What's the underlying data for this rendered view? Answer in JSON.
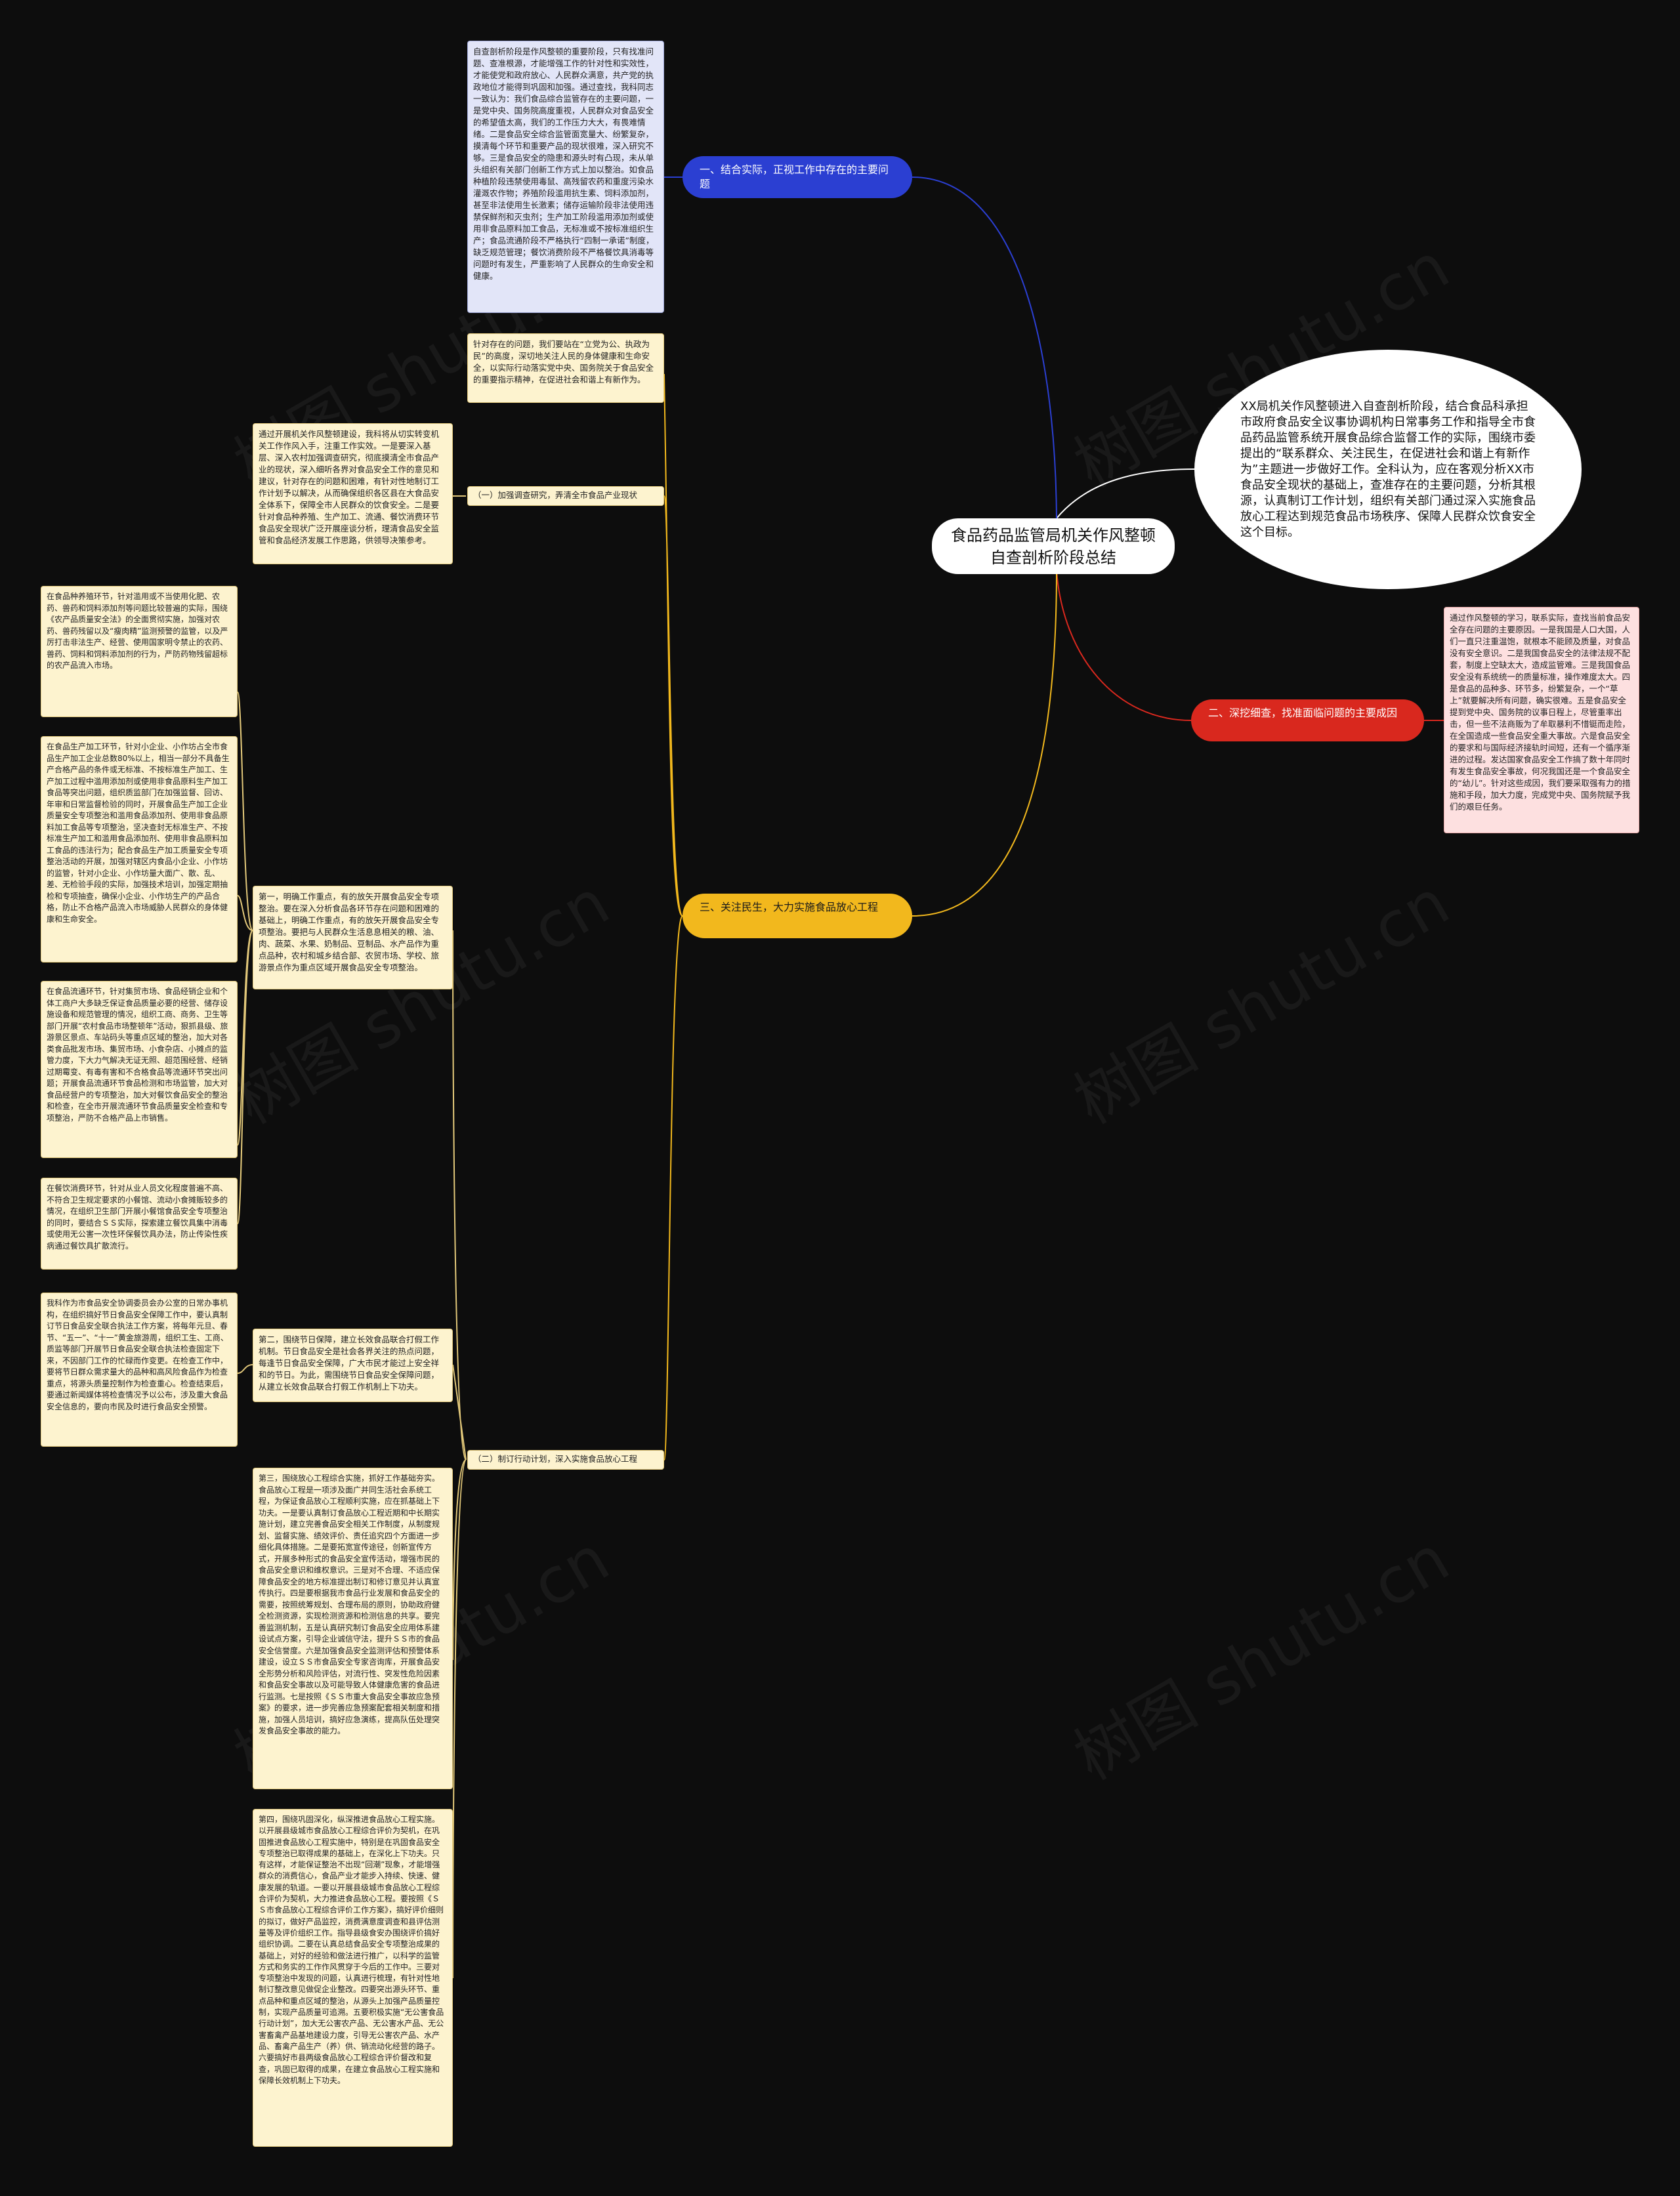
{
  "watermark": "树图 shutu.cn",
  "colors": {
    "branch1": "#2b3fd2",
    "branch2": "#d9281e",
    "branch3": "#f2b81d",
    "leaf_fill": "#fdf3cf",
    "leaf_lav": "#e2e5f8",
    "leaf_pink": "#fde0e0",
    "background": "#0d0d0d"
  },
  "root": {
    "title": "食品药品监管局机关作风整顿自查剖析阶段总结"
  },
  "summary_text": "XX局机关作风整顿进入自查剖析阶段，结合食品科承担市政府食品安全议事协调机构日常事务工作和指导全市食品药品监管系统开展食品综合监督工作的实际，围绕市委提出的“联系群众、关注民生，在促进社会和谐上有新作为”主题进一步做好工作。全科认为，应在客观分析XX市食品安全现状的基础上，查准存在的主要问题，分析其根源，认真制订工作计划，组织有关部门通过深入实施食品放心工程达到规范食品市场秩序、保障人民群众饮食安全这个目标。",
  "branch1": {
    "label": "一、结合实际，正视工作中存在的主要问题",
    "detail": "自查剖析阶段是作风整顿的重要阶段，只有找准问题、查准根源，才能增强工作的针对性和实效性，才能使党和政府放心、人民群众满意，共产党的执政地位才能得到巩固和加强。通过查找，我科同志一致认为：我们食品综合监管存在的主要问题，一是党中央、国务院高度重视，人民群众对食品安全的希望值太高，我们的工作压力大大，有畏难情绪。二是食品安全综合监管面宽量大、纷繁复杂，摸清每个环节和重要产品的现状很难，深入研究不够。三是食品安全的隐患和源头时有凸现，未从单头组织有关部门创新工作方式上加以整治。如食品种植阶段违禁使用毒鼠、高残留农药和重度污染水灌溉农作物；养殖阶段滥用抗生素、饲料添加剂，甚至非法使用生长激素；储存运输阶段非法使用违禁保鲜剂和灭虫剂；生产加工阶段滥用添加剂或使用非食品原料加工食品，无标准或不按标准组织生产；食品流通阶段不严格执行“四制一承诺”制度，缺乏规范管理；餐饮消费阶段不严格餐饮具消毒等问题时有发生，严重影响了人民群众的生命安全和健康。"
  },
  "branch2": {
    "label": "二、深挖细查，找准面临问题的主要成因",
    "detail": "通过作风整顿的学习，联系实际，查找当前食品安全存在问题的主要原因。一是我国是人口大国，人们一直只注重温饱，就根本不能顾及质量，对食品没有安全意识。二是我国食品安全的法律法规不配套，制度上空缺太大，造成监管难。三是我国食品安全没有系统统一的质量标准，操作难度太大。四是食品的品种多、环节多，纷繁复杂，一个“草上”就要解决所有问题，确实很难。五是食品安全提到党中央、国务院的议事日程上，尽管重率出击，但一些不法商贩为了牟取暴利不惜铤而走险，在全国造成一些食品安全重大事故。六是食品安全的要求和与国际经济接轨时间短，还有一个循序渐进的过程。发达国家食品安全工作搞了数十年同时有发生食品安全事故，何况我国还是一个食品安全的“幼儿”。针对这些成因，我们要采取强有力的措施和手段，加大力度，完成党中央、国务院赋予我们的艰巨任务。"
  },
  "branch3": {
    "label": "三、关注民生，大力实施食品放心工程",
    "intro": "针对存在的问题，我们要站在“立党为公、执政为民”的高度，深切地关注人民的身体健康和生命安全，以实际行动落实党中央、国务院关于食品安全的重要指示精神，在促进社会和谐上有新作为。",
    "sub1": {
      "label": "（一）加强调查研究，弄清全市食品产业现状",
      "detail": "通过开展机关作风整顿建设，我科将从切实转变机关工作作风入手，注重工作实效。一是要深入基层、深入农村加强调查研究，彻底摸清全市食品产业的现状，深入细听各界对食品安全工作的意见和建议，针对存在的问题和困难，有针对性地制订工作计划予以解决，从而确保组织各区县在大食品安全体系下，保障全市人民群众的饮食安全。二是要针对食品种养殖、生产加工、流通、餐饮消费环节食品安全现状广泛开展座谈分析，理清食品安全监管和食品经济发展工作思路，供领导决策参考。"
    },
    "sub2": {
      "label": "（二）制订行动计划，深入实施食品放心工程",
      "first": {
        "text": "第一，明确工作重点，有的放矢开展食品安全专项整治。要在深入分析食品各环节存在问题和困难的基础上，明确工作重点，有的放矢开展食品安全专项整治。要把与人民群众生活息息相关的粮、油、肉、蔬菜、水果、奶制品、豆制品、水产品作为重点品种，农村和城乡结合部、农贸市场、学校、旅游景点作为重点区域开展食品安全专项整治。",
        "items": [
          "在食品种养殖环节，针对滥用或不当使用化肥、农药、兽药和饲料添加剂等问题比较普遍的实际，围绕《农产品质量安全法》的全面贯彻实施，加强对农药、兽药残留以及“瘦肉精”监测预警的监管，以及严厉打击非法生产、经营、使用国家明令禁止的农药、兽药、饲料和饲料添加剂的行为，严防药物残留超标的农产品流入市场。",
          "在食品生产加工环节，针对小企业、小作坊占全市食品生产加工企业总数80%以上，相当一部分不具备生产合格产品的条件或无标准、不按标准生产加工、生产加工过程中滥用添加剂或使用非食品原料生产加工食品等突出问题，组织质监部门在加强监督、回访、年审和日常监督检验的同时，开展食品生产加工企业质量安全专项整治和滥用食品添加剂、使用非食品原料加工食品等专项整治，坚决查封无标准生产、不按标准生产加工和滥用食品添加剂、使用非食品原料加工食品的违法行为；配合食品生产加工质量安全专项整治活动的开展，加强对辖区内食品小企业、小作坊的监管，针对小企业、小作坊量大面广、散、乱、差、无检验手段的实际，加强技术培训，加强定期抽检和专项抽查，确保小企业、小作坊生产的产品合格，防止不合格产品流入市场威胁人民群众的身体健康和生命安全。",
          "在食品流通环节，针对集贸市场、食品经销企业和个体工商户大多缺乏保证食品质量必要的经营、储存设施设备和规范管理的情况，组织工商、商务、卫生等部门开展“农村食品市场整顿年”活动，狠抓县级、旅游景区景点、车站码头等重点区域的整治，加大对各类食品批发市场、集贸市场、小食杂店、小摊点的监管力度，下大力气解决无证无照、超范围经营、经销过期霉变、有毒有害和不合格食品等流通环节突出问题；开展食品流通环节食品检测和市场监管，加大对食品经营户的专项整治，加大对餐饮食品安全的整治和检查，在全市开展流通环节食品质量安全检查和专项整治，严防不合格产品上市销售。",
          "在餐饮消费环节，针对从业人员文化程度普遍不高、不符合卫生规定要求的小餐馆、流动小食摊贩较多的情况，在组织卫生部门开展小餐馆食品安全专项整治的同时，要结合ＳＳ实际，探索建立餐饮具集中消毒或使用无公害一次性环保餐饮具办法，防止传染性疾病通过餐饮具扩散流行。"
        ]
      },
      "second": {
        "text": "第二，围绕节日保障，建立长效食品联合打假工作机制。节日食品安全是社会各界关注的热点问题，每逢节日食品安全保障，广大市民才能过上安全祥和的节日。为此，需围绕节日食品安全保障问题，从建立长效食品联合打假工作机制上下功夫。",
        "items": [
          "我科作为市食品安全协调委员会办公室的日常办事机构，在组织搞好节日食品安全保障工作中，要认真制订节日食品安全联合执法工作方案，将每年元旦、春节、“五一”、“十一”黄金旅游周，组织工生、工商、质监等部门开展节日食品安全联合执法检查固定下来，不因部门工作的忙碌而作变更。在检查工作中，要将节日群众需求量大的品种和高风险食品作为检查重点，将源头质量控制作为检查重心。检查结束后，要通过新闻媒体将检查情况予以公布，涉及重大食品安全信息的，要向市民及时进行食品安全预警。"
        ]
      },
      "third": "第三，围绕放心工程综合实施，抓好工作基础夯实。食品放心工程是一项涉及面广并同生活社会系统工程，为保证食品放心工程顺利实施，应在抓基础上下功夫。一是要认真制订食品放心工程近期和中长期实施计划，建立完善食品安全相关工作制度，从制度规划、监督实施、绩效评价、责任追究四个方面进一步细化具体措施。二是要拓宽宣传途径，创新宣传方式，开展多种形式的食品安全宣传活动，增强市民的食品安全意识和维权意识。三是对不合理、不适应保障食品安全的地方标准提出制订和修订意见并认真宣传执行。四是要根据我市食品行业发展和食品安全的需要，按照统筹规划、合理布局的原则，协助政府健全检测资源，实现检测资源和检测信息的共享。要完善监测机制，五是认真研究制订食品安全应用体系建设试点方案，引导企业诚信守法，提升ＳＳ市的食品安全信誉度。六是加强食品安全监测评估和预警体系建设，设立ＳＳ市食品安全专家咨询库，开展食品安全形势分析和风险评估，对流行性、突发性危险因素和食品安全事故以及可能导致人体健康危害的食品进行监测。七是按照《ＳＳ市重大食品安全事故应急预案》的要求，进一步完善应急预案配套相关制度和措施，加强人员培训，搞好应急演练，提高队伍处理突发食品安全事故的能力。",
      "fourth": "第四，围绕巩固深化，纵深推进食品放心工程实施。以开展县级城市食品放心工程综合评价为契机，在巩固推进食品放心工程实施中，特别是在巩固食品安全专项整治已取得成果的基础上，在深化上下功夫。只有这样，才能保证整治不出现“回潮”现象，才能增强群众的消费信心，食品产业才能步入持续、快速、健康发展的轨道。一要以开展县级城市食品放心工程综合评价为契机，大力推进食品放心工程。要按照《ＳＳ市食品放心工程综合评价工作方案》，搞好评价细则的拟订，做好产品监控，消费满意度调查和县评估测量等及评价组织工作。指导县级食安办围绕评价搞好组织协调。二要在认真总结食品安全专项整治成果的基础上，对好的经验和做法进行推广，以科学的监管方式和务实的工作作风贯穿于今后的工作中。三要对专项整治中发现的问题，认真进行梳理，有针对性地制订整改意见做促企业整改。四要突出源头环节、重点品种和重点区域的整治，从源头上加强产品质量控制，实现产品质量可追溯。五要积极实施“无公害食品行动计划”，加大无公害农产品、无公害水产品、无公害畜禽产品基地建设力度，引导无公害农产品、水产品、畜禽产品生产（养）供、销流动化经营的路子。六要搞好市县两级食品放心工程综合评价督改和复查，巩固已取得的成果，在建立食品放心工程实施和保障长效机制上下功夫。"
    }
  }
}
